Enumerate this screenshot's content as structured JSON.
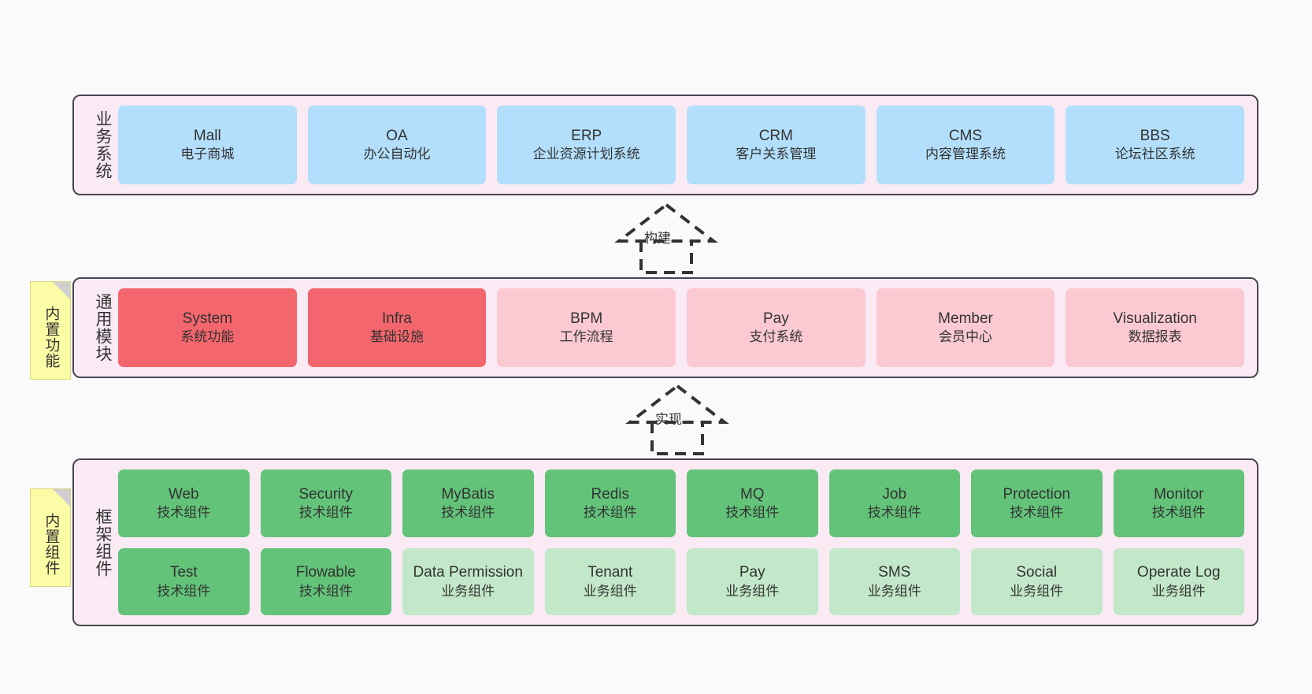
{
  "diagram": {
    "background_color": "#fafafa",
    "layer_fill_color": "#f9eaf4",
    "layer_border_color": "#4a4452",
    "note_color": "#fcfba6"
  },
  "layers": [
    {
      "id": "business",
      "label": "业务系统",
      "rows": [
        {
          "boxes": [
            {
              "title": "Mall",
              "subtitle": "电子商城",
              "color": "#b3dffc",
              "variant": "c-blue"
            },
            {
              "title": "OA",
              "subtitle": "办公自动化",
              "color": "#b3dffc",
              "variant": "c-blue"
            },
            {
              "title": "ERP",
              "subtitle": "企业资源计划系统",
              "color": "#b3dffc",
              "variant": "c-blue"
            },
            {
              "title": "CRM",
              "subtitle": "客户关系管理",
              "color": "#b3dffc",
              "variant": "c-blue"
            },
            {
              "title": "CMS",
              "subtitle": "内容管理系统",
              "color": "#b3dffc",
              "variant": "c-blue"
            },
            {
              "title": "BBS",
              "subtitle": "论坛社区系统",
              "color": "#b3dffc",
              "variant": "c-blue"
            }
          ]
        }
      ]
    },
    {
      "id": "common",
      "label": "通用模块",
      "note": "内置功能",
      "rows": [
        {
          "boxes": [
            {
              "title": "System",
              "subtitle": "系统功能",
              "color": "#f4666d",
              "variant": "c-red"
            },
            {
              "title": "Infra",
              "subtitle": "基础设施",
              "color": "#f4666d",
              "variant": "c-red"
            },
            {
              "title": "BPM",
              "subtitle": "工作流程",
              "color": "#fbc9d2",
              "variant": "c-pink"
            },
            {
              "title": "Pay",
              "subtitle": "支付系统",
              "color": "#fbc9d2",
              "variant": "c-pink"
            },
            {
              "title": "Member",
              "subtitle": "会员中心",
              "color": "#fbc9d2",
              "variant": "c-pink"
            },
            {
              "title": "Visualization",
              "subtitle": "数据报表",
              "color": "#fbc9d2",
              "variant": "c-pink"
            }
          ]
        }
      ]
    },
    {
      "id": "framework",
      "label": "框架组件",
      "note": "内置组件",
      "rows": [
        {
          "boxes": [
            {
              "title": "Web",
              "subtitle": "技术组件",
              "color": "#63c379",
              "variant": "c-green-dark"
            },
            {
              "title": "Security",
              "subtitle": "技术组件",
              "color": "#63c379",
              "variant": "c-green-dark"
            },
            {
              "title": "MyBatis",
              "subtitle": "技术组件",
              "color": "#63c379",
              "variant": "c-green-dark"
            },
            {
              "title": "Redis",
              "subtitle": "技术组件",
              "color": "#63c379",
              "variant": "c-green-dark"
            },
            {
              "title": "MQ",
              "subtitle": "技术组件",
              "color": "#63c379",
              "variant": "c-green-dark"
            },
            {
              "title": "Job",
              "subtitle": "技术组件",
              "color": "#63c379",
              "variant": "c-green-dark"
            },
            {
              "title": "Protection",
              "subtitle": "技术组件",
              "color": "#63c379",
              "variant": "c-green-dark"
            },
            {
              "title": "Monitor",
              "subtitle": "技术组件",
              "color": "#63c379",
              "variant": "c-green-dark"
            }
          ]
        },
        {
          "boxes": [
            {
              "title": "Test",
              "subtitle": "技术组件",
              "color": "#63c379",
              "variant": "c-green-dark"
            },
            {
              "title": "Flowable",
              "subtitle": "技术组件",
              "color": "#63c379",
              "variant": "c-green-dark"
            },
            {
              "title": "Data Permission",
              "subtitle": "业务组件",
              "color": "#c3e8c9",
              "variant": "c-green-light"
            },
            {
              "title": "Tenant",
              "subtitle": "业务组件",
              "color": "#c3e8c9",
              "variant": "c-green-light"
            },
            {
              "title": "Pay",
              "subtitle": "业务组件",
              "color": "#c3e8c9",
              "variant": "c-green-light"
            },
            {
              "title": "SMS",
              "subtitle": "业务组件",
              "color": "#c3e8c9",
              "variant": "c-green-light"
            },
            {
              "title": "Social",
              "subtitle": "业务组件",
              "color": "#c3e8c9",
              "variant": "c-green-light"
            },
            {
              "title": "Operate Log",
              "subtitle": "业务组件",
              "color": "#c3e8c9",
              "variant": "c-green-light"
            }
          ]
        }
      ]
    }
  ],
  "connectors": [
    {
      "id": "build",
      "label": "构建",
      "style": "dashed-generalization",
      "direction": "up"
    },
    {
      "id": "impl",
      "label": "实现",
      "style": "dashed-generalization",
      "direction": "up"
    }
  ]
}
